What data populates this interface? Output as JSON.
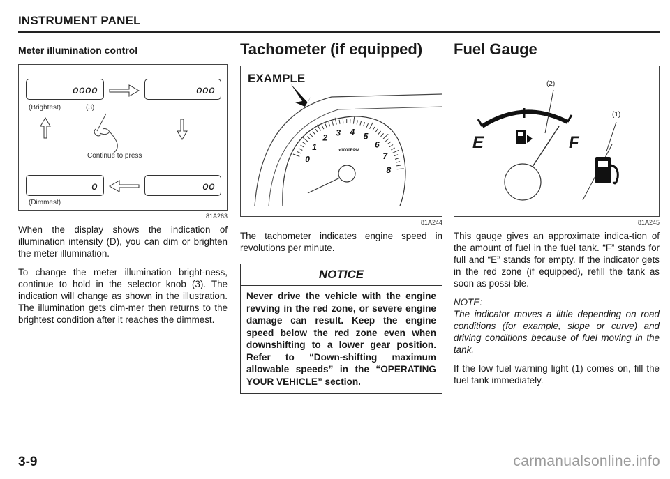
{
  "header": {
    "title": "INSTRUMENT PANEL"
  },
  "col1": {
    "subtitle": "Meter illumination control",
    "figure": {
      "display_brightest": "oooo",
      "display_mid": "ooo",
      "display_dimmest": "o",
      "display_low": "oo",
      "label_brightest": "(Brightest)",
      "label_knob": "(3)",
      "label_continue": "Continue to press",
      "label_dimmest": "(Dimmest)",
      "code": "81A263"
    },
    "para1": "When the display shows the indication of illumination intensity (D), you can dim or brighten the meter illumination.",
    "para2": "To change the meter illumination bright-ness, continue to hold in the selector knob (3). The indication will change as shown in the illustration. The illumination gets dim-mer then returns to the brightest condition after it reaches the dimmest."
  },
  "col2": {
    "title": "Tachometer (if equipped)",
    "figure": {
      "example_label": "EXAMPLE",
      "dial_unit": "x1000RPM",
      "ticks": [
        "0",
        "1",
        "2",
        "3",
        "4",
        "5",
        "6",
        "7",
        "8"
      ],
      "code": "81A244"
    },
    "para1": "The tachometer indicates engine speed in revolutions per minute.",
    "notice": {
      "title": "NOTICE",
      "text": "Never drive the vehicle with the engine revving in the red zone, or severe engine damage can result. Keep the engine speed below the red zone even when downshifting to a lower gear position. Refer to “Down-shifting maximum allowable speeds” in the “OPERATING YOUR VEHICLE” section."
    }
  },
  "col3": {
    "title": "Fuel Gauge",
    "figure": {
      "label_2": "(2)",
      "label_1": "(1)",
      "e_label": "E",
      "f_label": "F",
      "code": "81A245"
    },
    "para1": "This gauge gives an approximate indica-tion of the amount of fuel in the fuel tank. “F” stands for full and “E” stands for empty. If the indicator gets in the red zone (if equipped), refill the tank as soon as possi-ble.",
    "note": "NOTE:\nThe indicator moves a little depending on road conditions (for example, slope or curve) and driving conditions because of fuel moving in the tank.",
    "para2": "If the low fuel warning light (1) comes on, fill the fuel tank immediately."
  },
  "footer": {
    "page_number": "3-9",
    "watermark": "carmanualsonline.info"
  }
}
